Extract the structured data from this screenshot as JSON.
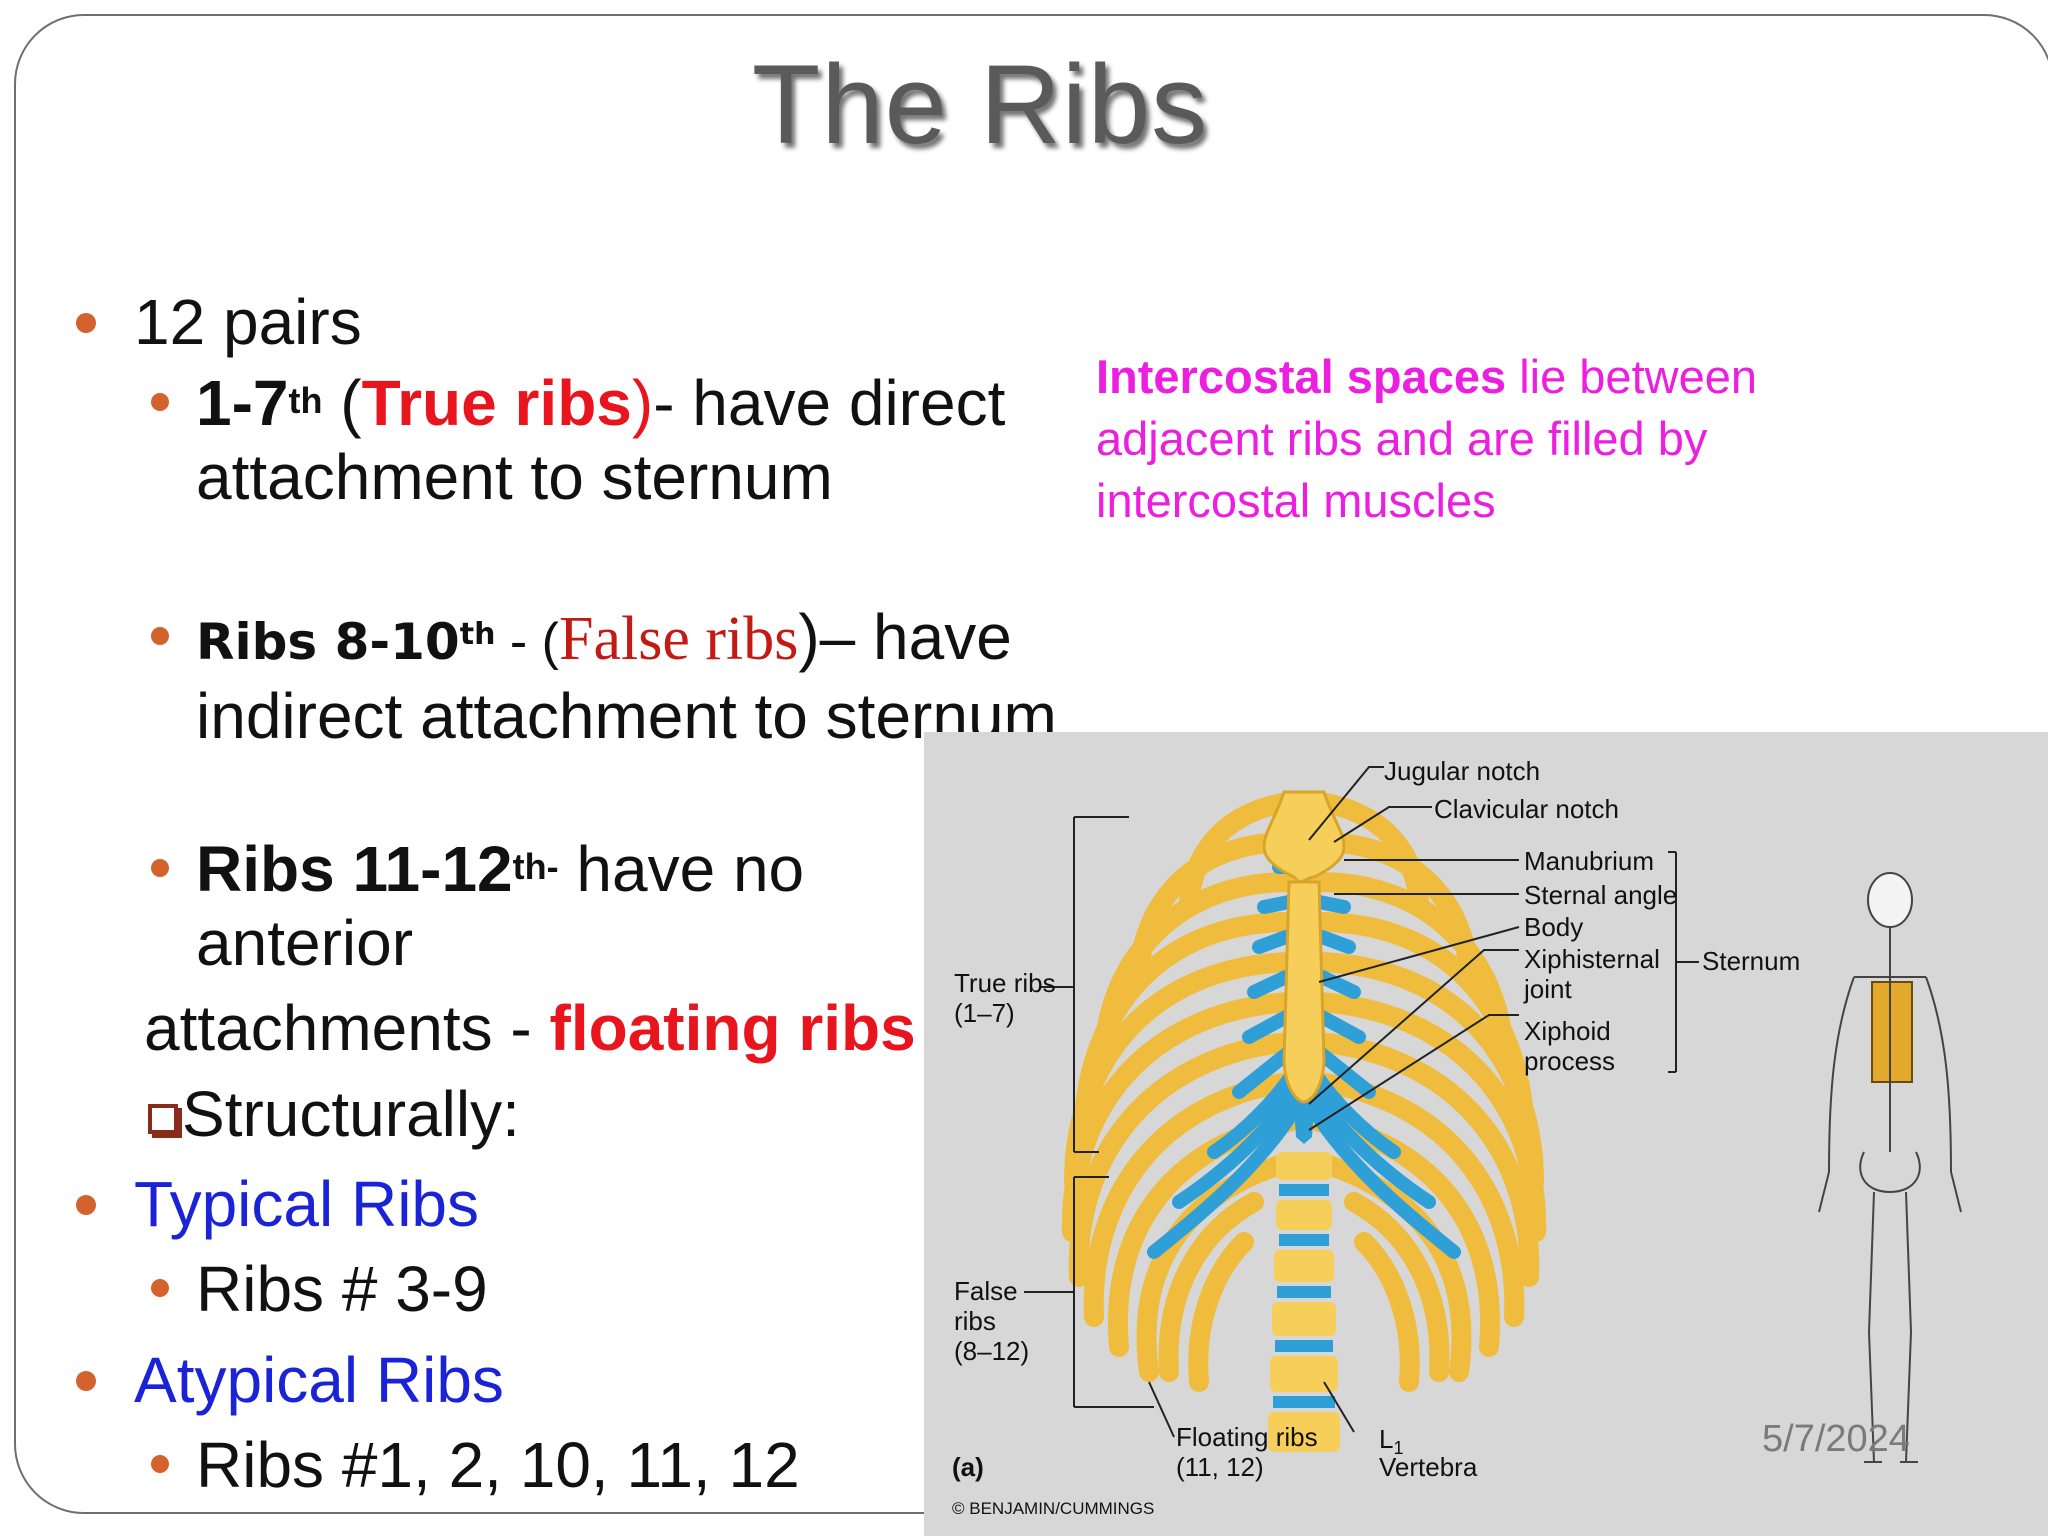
{
  "slide": {
    "title": "The Ribs",
    "date": "5/7/2024"
  },
  "bullets": {
    "pairs": "12 pairs",
    "true_ribs": {
      "range": "1-7",
      "sup": "th",
      "paren_open": " (",
      "label": "True ribs",
      "paren_close": ")",
      "desc": "- have direct attachment to sternum"
    },
    "false_ribs": {
      "range": "Ribs 8-10",
      "sup": "th",
      "dash": " - (",
      "label": "False ribs",
      "desc": ")– have indirect  attachment to sternum"
    },
    "floating_ribs": {
      "range": "Ribs 11-12",
      "sup": "th-",
      "desc": "  have no anterior",
      "line2": "attachments -  ",
      "label": "floating ribs"
    },
    "structurally": "Structurally:",
    "typical": "Typical Ribs",
    "typical_ribs": "Ribs # 3-9",
    "atypical": "Atypical Ribs",
    "atypical_ribs": "Ribs #1, 2, 10, 11, 12"
  },
  "note": {
    "bold": "Intercostal spaces",
    "rest": " lie between adjacent ribs and are filled by intercostal muscles"
  },
  "figure": {
    "labels": {
      "jugular_notch": "Jugular notch",
      "clavicular_notch": "Clavicular notch",
      "manubrium": "Manubrium",
      "sternal_angle": "Sternal angle",
      "body": "Body",
      "xiphisternal_joint": "Xiphisternal joint",
      "xiphoid_process": "Xiphoid process",
      "sternum": "Sternum",
      "true_ribs": "True ribs",
      "true_ribs_range": "(1–7)",
      "false_ribs": "False ribs",
      "false_ribs_range": "(8–12)",
      "floating_ribs": "Floating ribs (11, 12)",
      "vertebra_l": "L",
      "vertebra_sub": "1",
      "vertebra": "Vertebra",
      "panel": "(a)",
      "credit": "© BENJAMIN/CUMMINGS"
    },
    "colors": {
      "bone": "#f3c64a",
      "bone_light": "#fbe28c",
      "cartilage": "#2f9fd8",
      "background": "#d7d7d7"
    }
  },
  "colors": {
    "bullet": "#d4622d",
    "highlight_red": "#e8141e",
    "highlight_blue": "#1a23d6",
    "highlight_magenta": "#ec1ee0"
  }
}
